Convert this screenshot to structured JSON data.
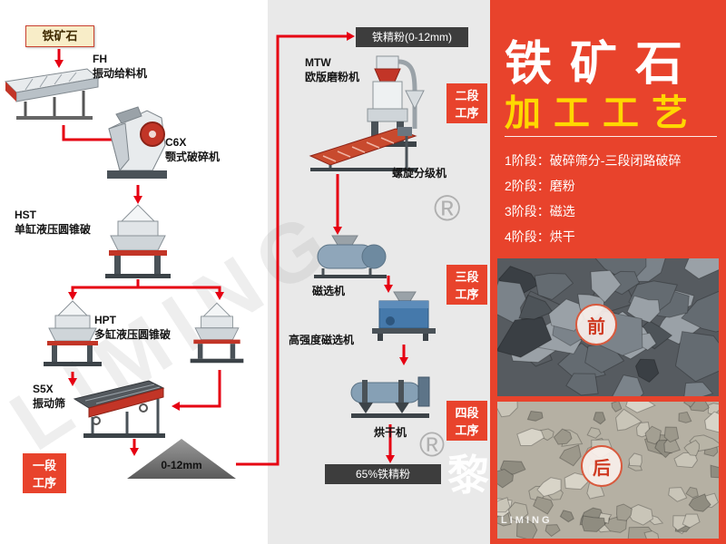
{
  "flow": {
    "start": "铁矿石",
    "stage1_label": "一段\n工序",
    "stage2_label": "二段\n工序",
    "stage3_label": "三段\n工序",
    "stage4_label": "四段\n工序",
    "nodes": {
      "feeder": "FH\n振动给料机",
      "jaw": "C6X\n颚式破碎机",
      "hst": "HST\n单缸液压圆锥破",
      "hpt": "HPT\n多缸液压圆锥破",
      "screen": "S5X\n振动筛",
      "pile": "0-12mm",
      "top_box": "铁精粉(0-12mm)",
      "mtw": "MTW\n欧版磨粉机",
      "classifier": "螺旋分级机",
      "separator": "磁选机",
      "hi_separator": "高强度磁选机",
      "dryer": "烘干机",
      "final_box": "65%铁精粉"
    }
  },
  "panel": {
    "title": "铁矿石",
    "subtitle": "加工工艺",
    "stages": [
      "1阶段：破碎筛分-三段闭路破碎",
      "2阶段：磨粉",
      "3阶段：磁选",
      "4阶段：烘干"
    ],
    "before_label": "前",
    "after_label": "后",
    "colors": {
      "background": "#e8432c",
      "subtitle": "#ffd800",
      "arrow_red": "#e60012"
    }
  },
  "watermark": {
    "brand": "LIMING",
    "registered": "®",
    "logo_char": "黎"
  }
}
